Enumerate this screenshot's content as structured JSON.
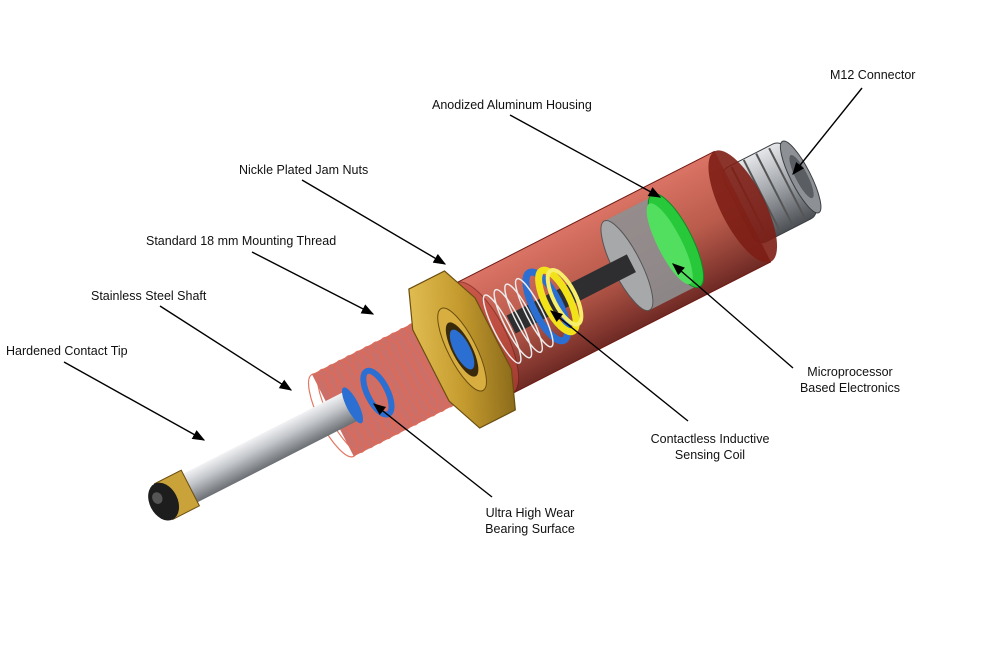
{
  "labels": {
    "m12_connector": "M12  Connector",
    "housing": "Anodized Aluminum Housing",
    "jam_nuts": "Nickle Plated Jam Nuts",
    "mounting_thread": "Standard 18 mm  Mounting Thread",
    "shaft": "Stainless Steel Shaft",
    "contact_tip": "Hardened Contact Tip",
    "electronics_line1": "Microprocessor",
    "electronics_line2": "Based Electronics",
    "coil_line1": "Contactless Inductive",
    "coil_line2": "Sensing Coil",
    "bearing_line1": "Ultra High Wear",
    "bearing_line2": "Bearing Surface"
  },
  "colors": {
    "housing": "#b23a2c",
    "housing_dark": "#6e1a14",
    "nut": "#c9a23a",
    "bearing_blue": "#2a6fd1",
    "coil_yellow": "#f2e21a",
    "electronics_green": "#27c93b",
    "shaft_steel": "#b9bcc0",
    "tip_black": "#1d1d1d"
  }
}
